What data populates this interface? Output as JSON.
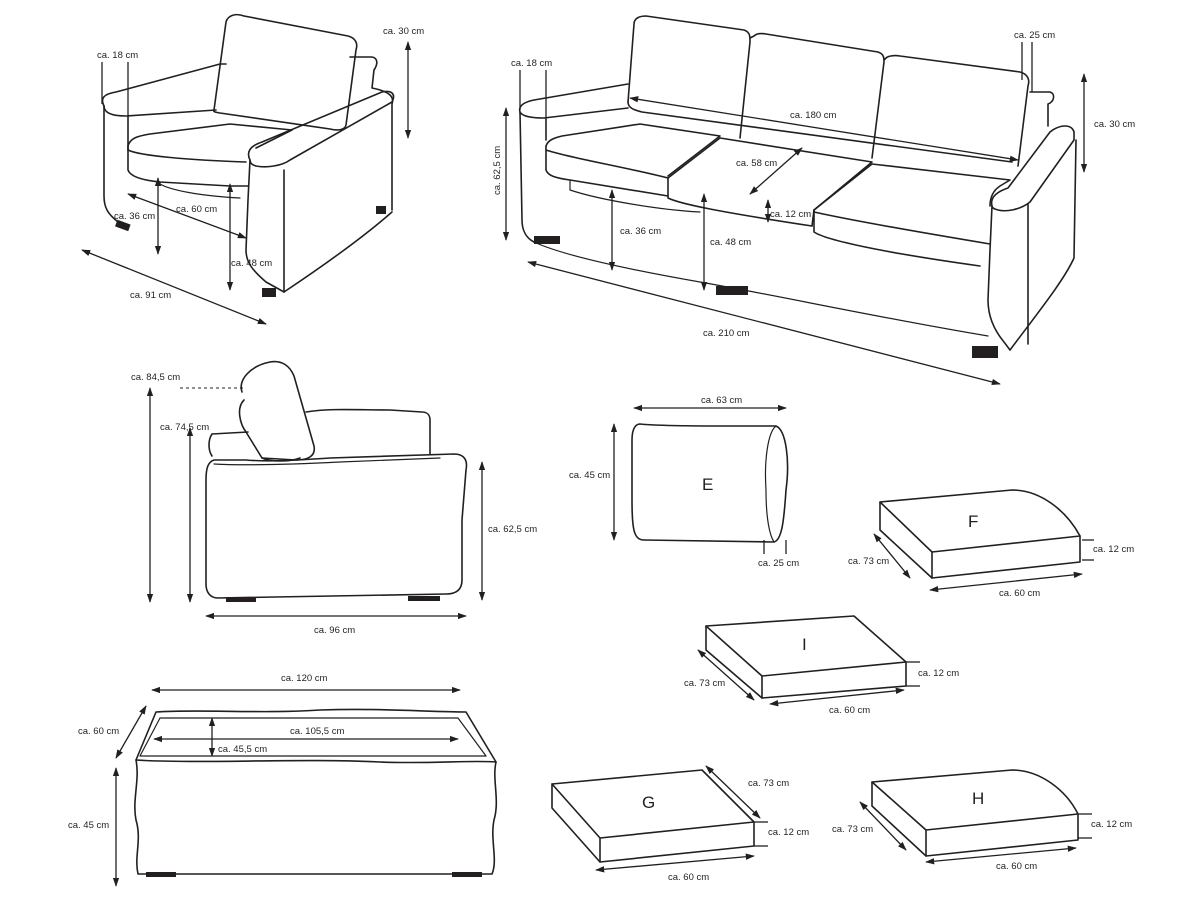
{
  "labels": {
    "arm_seat_height": "ca. 36 cm",
    "arm_back_cushion": "ca. 30 cm",
    "arm_armrest": "ca. 18 cm",
    "arm_seat_width": "ca. 60 cm",
    "arm_height_48": "ca. 48 cm",
    "arm_width": "ca. 91 cm",
    "sofa_armrest": "ca. 18 cm",
    "sofa_back_depth": "ca. 25 cm",
    "sofa_back_height": "ca. 30 cm",
    "sofa_height": "ca. 62,5 cm",
    "sofa_inner_width": "ca. 180 cm",
    "sofa_seat_depth": "ca. 58 cm",
    "sofa_cushion_thickness": "ca. 12 cm",
    "sofa_seat_height": "ca. 36 cm",
    "sofa_height_48": "ca. 48 cm",
    "sofa_width": "ca. 210 cm",
    "side_total_height": "ca. 84,5 cm",
    "side_height_74": "ca. 74,5 cm",
    "side_height_62": "ca. 62,5 cm",
    "side_depth": "ca. 96 cm",
    "table_width": "ca. 120 cm",
    "table_depth": "ca. 60 cm",
    "table_inner_width": "ca. 105,5 cm",
    "table_inner_depth": "ca. 45,5 cm",
    "table_height": "ca. 45 cm",
    "e_letter": "E",
    "e_width": "ca. 63 cm",
    "e_height": "ca. 45 cm",
    "e_depth": "ca. 25 cm",
    "f_letter": "F",
    "f_depth": "ca. 73 cm",
    "f_width": "ca. 60 cm",
    "f_thickness": "ca. 12 cm",
    "i_letter": "I",
    "i_depth": "ca. 73 cm",
    "i_width": "ca. 60 cm",
    "i_thickness": "ca. 12 cm",
    "g_letter": "G",
    "g_depth": "ca. 73 cm",
    "g_width": "ca. 60 cm",
    "g_thickness": "ca. 12 cm",
    "h_letter": "H",
    "h_depth": "ca. 73 cm",
    "h_width": "ca. 60 cm",
    "h_thickness": "ca. 12 cm"
  }
}
